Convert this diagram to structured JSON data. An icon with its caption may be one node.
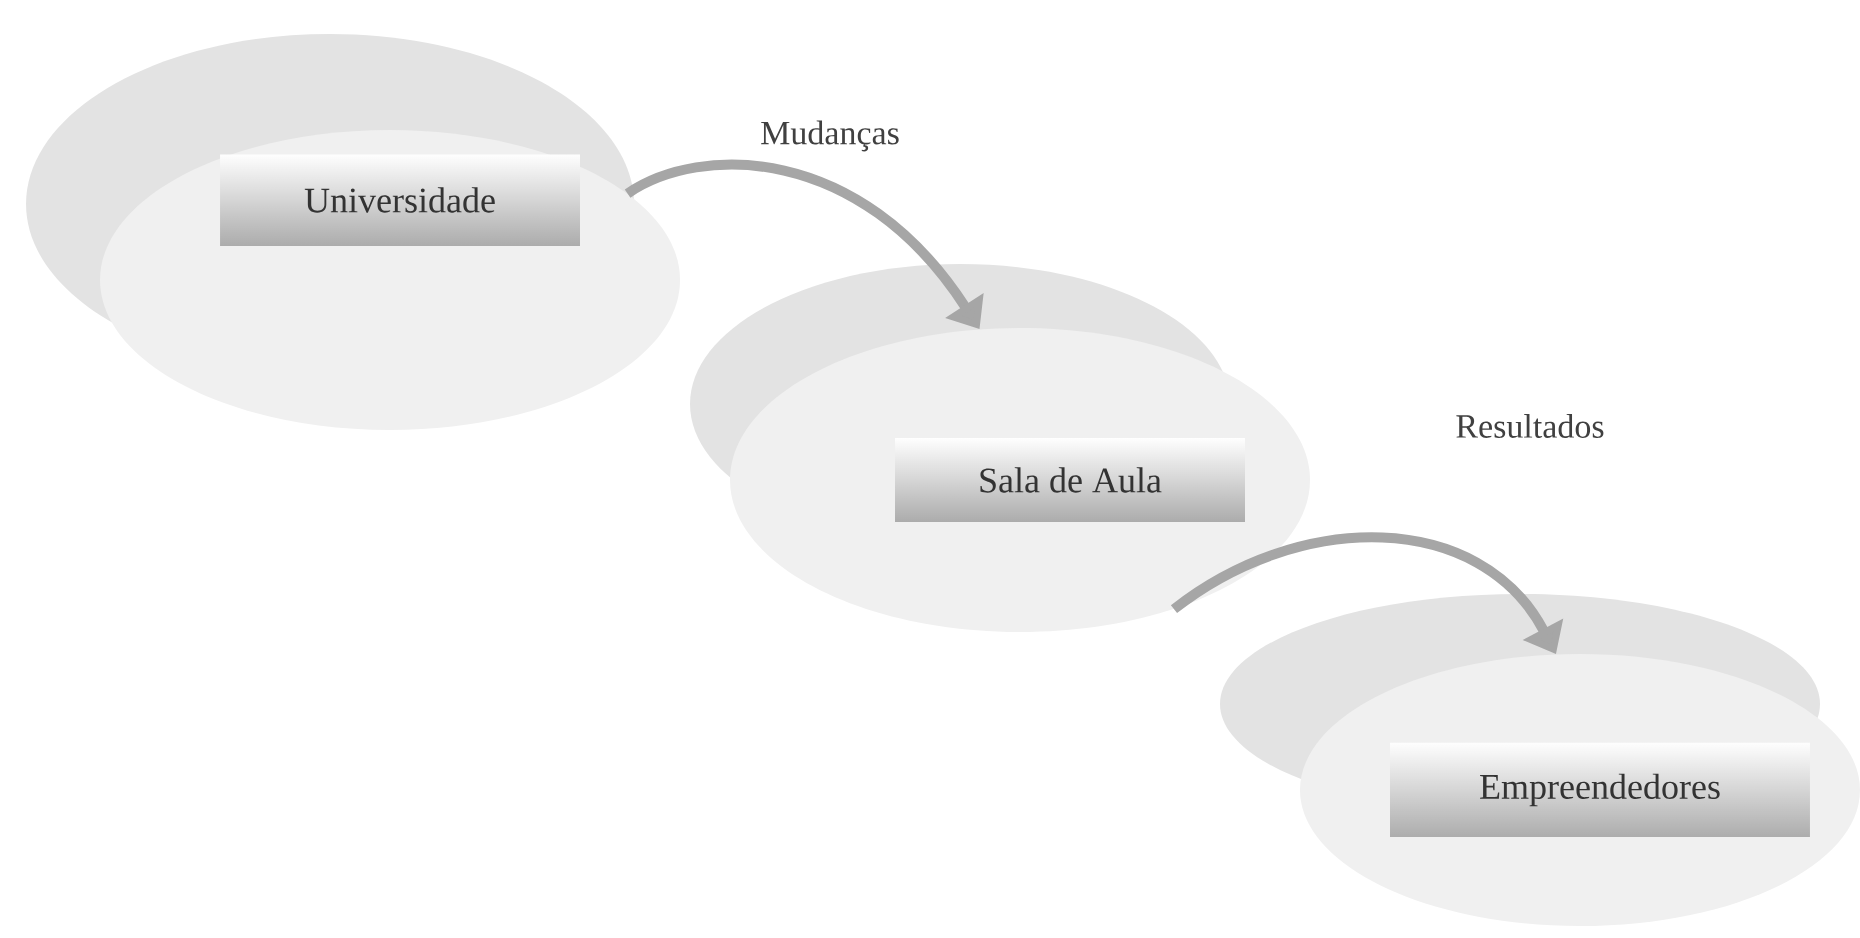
{
  "diagram": {
    "nodes": [
      {
        "text": [],
        "shape": "ellipse"
      },
      {
        "text": [
          "Universidade"
        ],
        "in": 0
      },
      {
        "text": [],
        "shape": "ellipse"
      },
      {
        "text": [
          "Sala de Aula"
        ],
        "in": 2
      },
      {
        "text": [],
        "shape": "ellipse"
      },
      {
        "text": [
          "Empreendedores"
        ],
        "in": 4
      }
    ],
    "edges": [
      {
        "from": 0,
        "to": 2,
        "arrow": "to",
        "label": "Mudanças"
      },
      {
        "from": 2,
        "to": 4,
        "arrow": "to",
        "label": "Resultados"
      }
    ]
  }
}
